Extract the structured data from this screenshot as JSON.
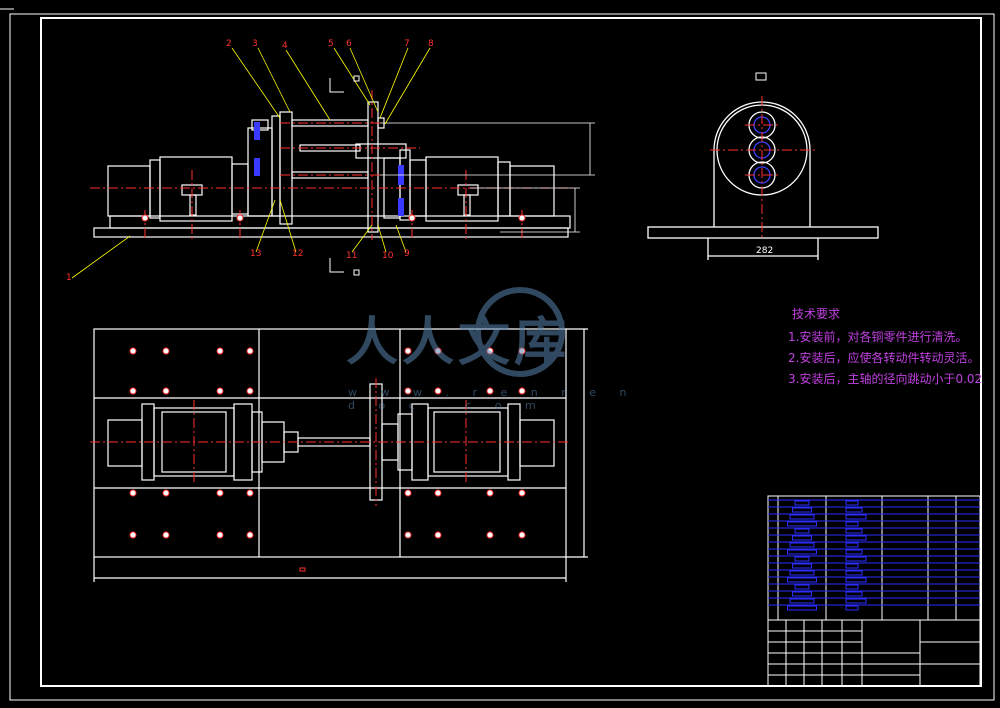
{
  "drawing": {
    "balloons": [
      "1",
      "2",
      "3",
      "4",
      "5",
      "6",
      "7",
      "8",
      "9",
      "10",
      "11",
      "12",
      "13"
    ],
    "dim_bottom_view": "282",
    "colors": {
      "line": "#ffffff",
      "centerline": "#ff3030",
      "leader": "#ffff00",
      "note": "#c040e0",
      "title_block": "#2d2dff",
      "watermark": "#5a86b0"
    }
  },
  "tech_requirements": {
    "title": "技术要求",
    "items": [
      "1.安装前，对各铜零件进行清洗。",
      "2.安装后，应使各转动件转动灵活。",
      "3.安装后，主轴的径向跳动小于0.02"
    ]
  },
  "watermark": {
    "text": "人人文库",
    "domain": "w w w . r e n r e n d o c . c o m"
  }
}
